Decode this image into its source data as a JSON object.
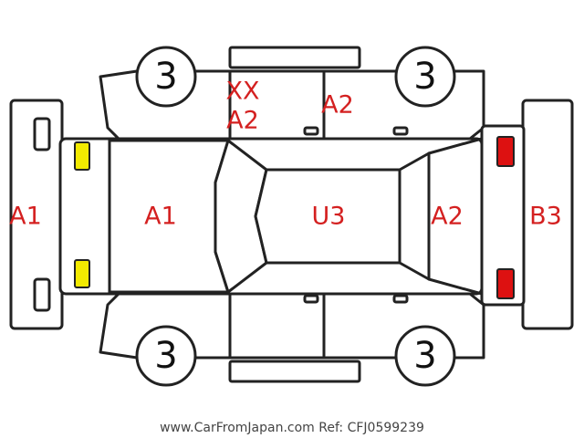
{
  "colors": {
    "damage_label": "#d42020",
    "outline": "#222222",
    "tire_text": "#111111",
    "marker_yellow": "#f2ea00",
    "marker_red": "#dd1111",
    "watermark": "#444444"
  },
  "tires": {
    "front_left": "3",
    "front_right": "3",
    "rear_left": "3",
    "rear_right": "3"
  },
  "labels": {
    "front_bumper": "A1",
    "hood": "A1",
    "roof": "U3",
    "rear_glass": "A2",
    "rear_bumper": "B3",
    "right_front_door": "A2",
    "right_pillar_xx": "XX",
    "right_pillar_a2": "A2"
  },
  "markers": {
    "headlights": "yellow",
    "taillights": "red"
  },
  "watermark": "www.CarFromJapan.com Ref: CFJ0599239"
}
